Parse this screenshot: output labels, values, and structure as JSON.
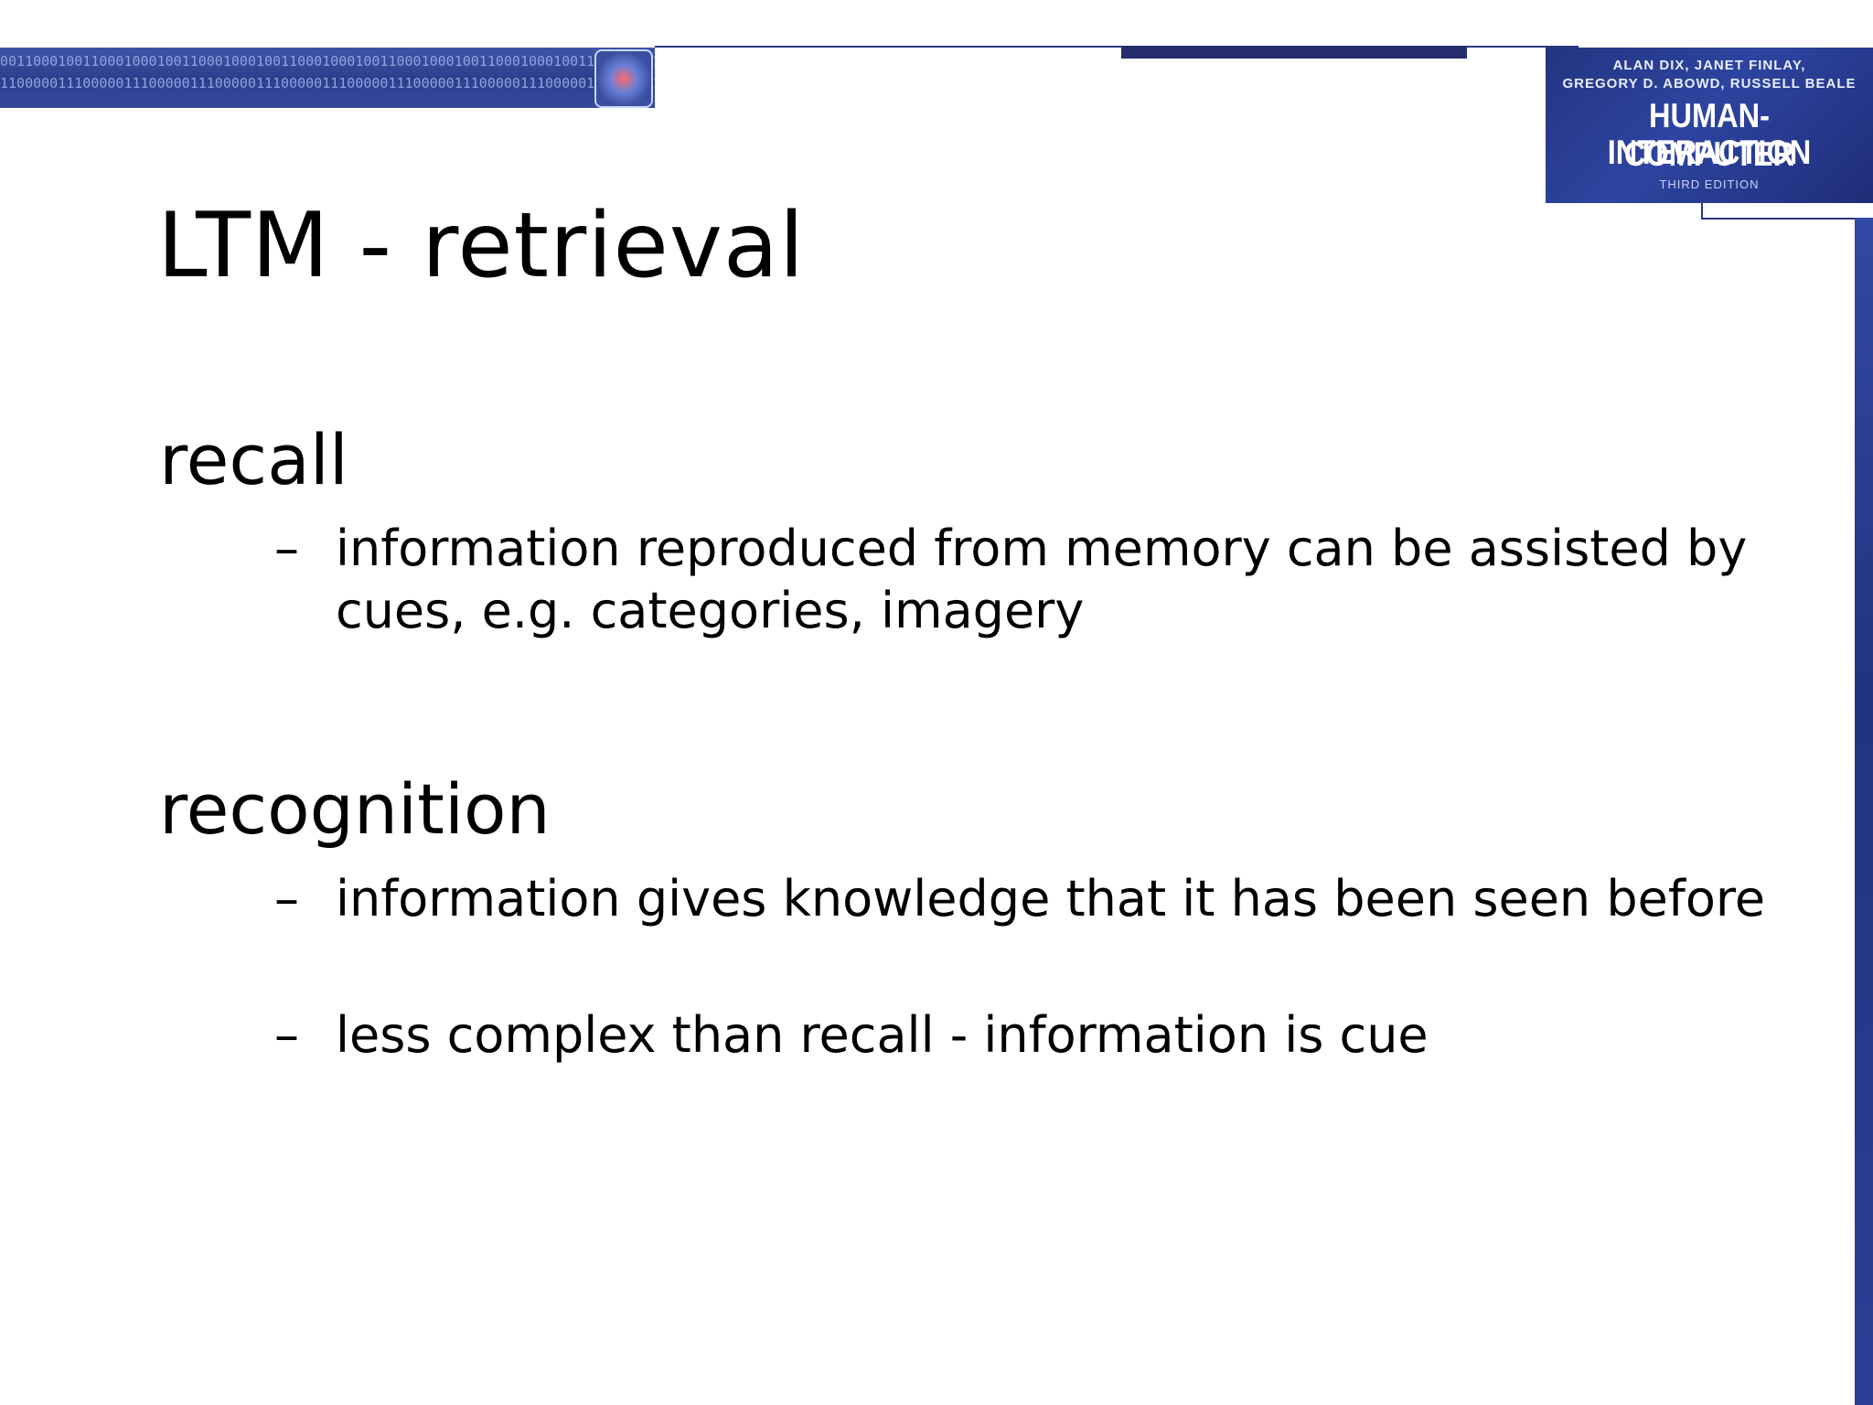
{
  "header": {
    "binary_row_1": "0011000100110001000100110001000100110001000100110001000100110001000100110001000100110001",
    "binary_row_2": "1100000111000001110000011100000111000001110000011100000111000001110000011100000111000001"
  },
  "book_cover": {
    "authors_line_1": "ALAN DIX, JANET FINLAY,",
    "authors_line_2": "GREGORY D. ABOWD, RUSSELL BEALE",
    "title_line_1": "HUMAN-COMPUTER",
    "title_line_2": "INTERACTION",
    "edition": "THIRD EDITION"
  },
  "slide": {
    "title": "LTM - retrieval",
    "sections": [
      {
        "heading": "recall",
        "bullets": [
          "information reproduced from memory can be assisted by cues, e.g. categories, imagery"
        ]
      },
      {
        "heading": "recognition",
        "bullets": [
          "information gives knowledge that it has been seen before",
          "less complex than recall - information is cue"
        ]
      }
    ],
    "bullet_marker": "–"
  },
  "colors": {
    "brand_blue": "#2d44a0",
    "text": "#000000",
    "background": "#ffffff"
  }
}
